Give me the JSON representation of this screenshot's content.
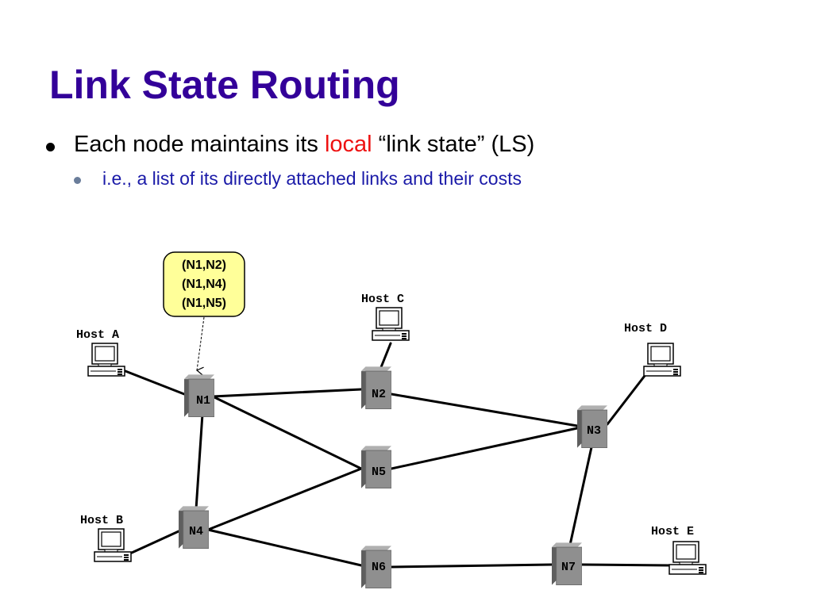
{
  "slide": {
    "title": "Link State Routing",
    "bullet1": {
      "before": "Each node maintains its ",
      "highlight": "local",
      "after": " “link state” (LS)"
    },
    "bullet2": "i.e., a list of its directly attached links and their costs"
  },
  "callout": {
    "lines": [
      "(N1,N2)",
      "(N1,N4)",
      "(N1,N5)"
    ],
    "fill": "#ffff99"
  },
  "routers": [
    {
      "id": "n1",
      "label": "N1"
    },
    {
      "id": "n2",
      "label": "N2"
    },
    {
      "id": "n3",
      "label": "N3"
    },
    {
      "id": "n4",
      "label": "N4"
    },
    {
      "id": "n5",
      "label": "N5"
    },
    {
      "id": "n6",
      "label": "N6"
    },
    {
      "id": "n7",
      "label": "N7"
    }
  ],
  "hosts": [
    {
      "id": "host-a",
      "label": "Host A"
    },
    {
      "id": "host-b",
      "label": "Host B"
    },
    {
      "id": "host-c",
      "label": "Host C"
    },
    {
      "id": "host-d",
      "label": "Host D"
    },
    {
      "id": "host-e",
      "label": "Host E"
    }
  ],
  "colors": {
    "title": "#330099",
    "highlight": "#ee1111",
    "sub_bullet": "#1a1aa8",
    "router": "#8a8a8a"
  }
}
